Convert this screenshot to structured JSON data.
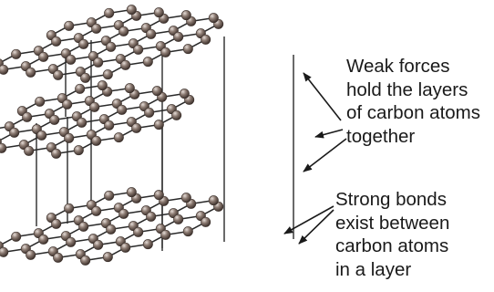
{
  "annotations": {
    "weak_forces": [
      "Weak forces",
      "hold the layers",
      "of carbon atoms",
      "together"
    ],
    "strong_bonds": [
      "Strong bonds",
      "exist between",
      "carbon atoms",
      "in a layer"
    ]
  },
  "colors": {
    "atom_fill": "#8c7b72",
    "atom_dark": "#4a3d37",
    "atom_highlight": "#d9cfc9",
    "bond": "#2a2a2a",
    "text": "#1a1a1a"
  }
}
